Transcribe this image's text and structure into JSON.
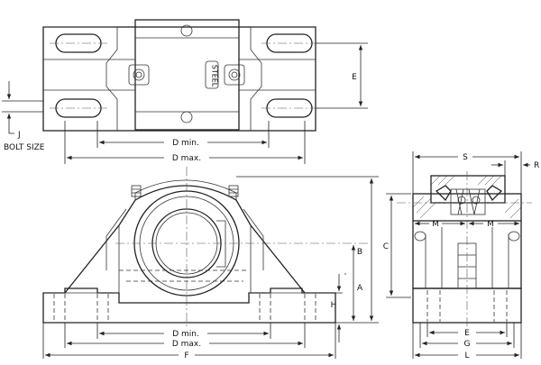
{
  "top_view": {
    "labels": {
      "e": "E",
      "j": "J",
      "bolt_size": "BOLT SIZE",
      "d_min": "D min.",
      "d_max": "D max.",
      "steel": "STEEL"
    }
  },
  "front_view": {
    "labels": {
      "b": "B",
      "c": "C",
      "a": "A",
      "h": "H",
      "d_min": "D min.",
      "d_max": "D max.",
      "f": "F"
    }
  },
  "side_view": {
    "labels": {
      "s": "S",
      "r": "R",
      "m_left": "M",
      "m_right": "M",
      "e": "E",
      "g": "G",
      "l": "L"
    }
  }
}
